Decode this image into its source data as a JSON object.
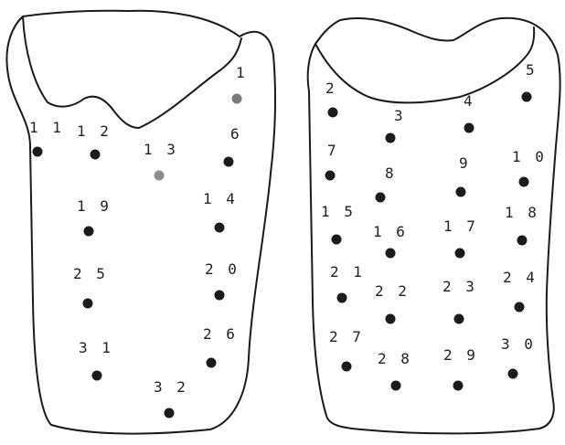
{
  "colors": {
    "background": "#ffffff",
    "outline": "#1a1a1a",
    "point_dark": "#1b1b1b",
    "point_gray": "#7a7a7a",
    "point_gray_light": "#8d8d8d",
    "label": "#222222"
  },
  "points": [
    {
      "id": "1",
      "label": "1",
      "shade": "gray",
      "view": "left"
    },
    {
      "id": "11",
      "label": "1 1",
      "shade": "dark",
      "view": "left"
    },
    {
      "id": "12",
      "label": "1 2",
      "shade": "dark",
      "view": "left"
    },
    {
      "id": "13",
      "label": "1 3",
      "shade": "gray_light",
      "view": "left"
    },
    {
      "id": "6",
      "label": "6",
      "shade": "dark",
      "view": "left"
    },
    {
      "id": "19",
      "label": "1 9",
      "shade": "dark",
      "view": "left"
    },
    {
      "id": "14",
      "label": "1 4",
      "shade": "dark",
      "view": "left"
    },
    {
      "id": "25",
      "label": "2 5",
      "shade": "dark",
      "view": "left"
    },
    {
      "id": "20",
      "label": "2 0",
      "shade": "dark",
      "view": "left"
    },
    {
      "id": "31",
      "label": "3 1",
      "shade": "dark",
      "view": "left"
    },
    {
      "id": "26",
      "label": "2 6",
      "shade": "dark",
      "view": "left"
    },
    {
      "id": "32",
      "label": "3 2",
      "shade": "dark",
      "view": "left"
    },
    {
      "id": "2",
      "label": "2",
      "shade": "dark",
      "view": "right"
    },
    {
      "id": "3",
      "label": "3",
      "shade": "dark",
      "view": "right"
    },
    {
      "id": "4",
      "label": "4",
      "shade": "dark",
      "view": "right"
    },
    {
      "id": "5",
      "label": "5",
      "shade": "dark",
      "view": "right"
    },
    {
      "id": "7",
      "label": "7",
      "shade": "dark",
      "view": "right"
    },
    {
      "id": "8",
      "label": "8",
      "shade": "dark",
      "view": "right"
    },
    {
      "id": "9",
      "label": "9",
      "shade": "dark",
      "view": "right"
    },
    {
      "id": "10",
      "label": "1 0",
      "shade": "dark",
      "view": "right"
    },
    {
      "id": "15",
      "label": "1 5",
      "shade": "dark",
      "view": "right"
    },
    {
      "id": "16",
      "label": "1 6",
      "shade": "dark",
      "view": "right"
    },
    {
      "id": "17",
      "label": "1 7",
      "shade": "dark",
      "view": "right"
    },
    {
      "id": "18",
      "label": "1 8",
      "shade": "dark",
      "view": "right"
    },
    {
      "id": "21",
      "label": "2 1",
      "shade": "dark",
      "view": "right"
    },
    {
      "id": "22",
      "label": "2 2",
      "shade": "dark",
      "view": "right"
    },
    {
      "id": "23",
      "label": "2 3",
      "shade": "dark",
      "view": "right"
    },
    {
      "id": "24",
      "label": "2 4",
      "shade": "dark",
      "view": "right"
    },
    {
      "id": "27",
      "label": "2 7",
      "shade": "dark",
      "view": "right"
    },
    {
      "id": "28",
      "label": "2 8",
      "shade": "dark",
      "view": "right"
    },
    {
      "id": "29",
      "label": "2 9",
      "shade": "dark",
      "view": "right"
    },
    {
      "id": "30",
      "label": "3 0",
      "shade": "dark",
      "view": "right"
    }
  ]
}
